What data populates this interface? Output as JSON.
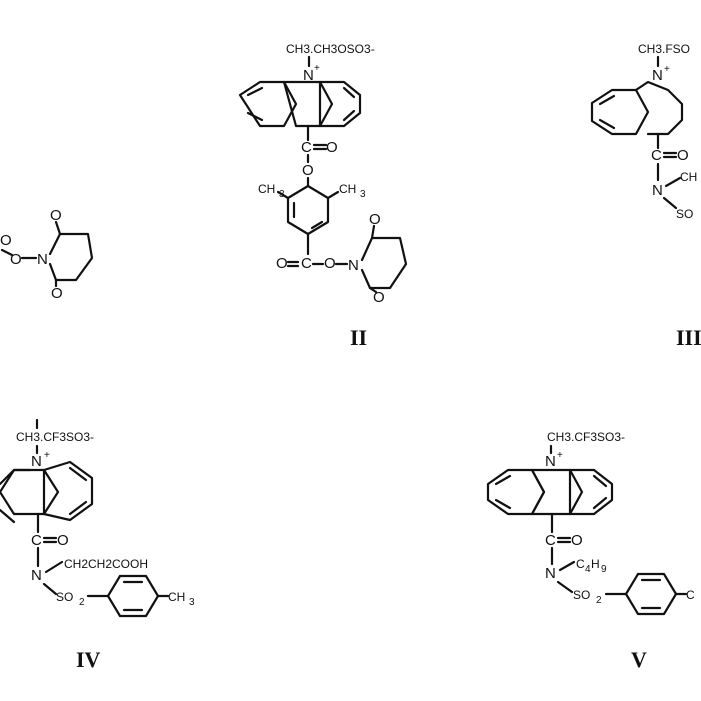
{
  "labels": {
    "numeral_II": "II",
    "numeral_III": "III",
    "numeral_IV": "IV",
    "numeral_V": "V"
  },
  "atoms": {
    "n_plus": "N",
    "plus": "+",
    "o": "O",
    "n": "N",
    "c": "C",
    "ch3": "CH",
    "ch3_sub": "3",
    "so2": "SO",
    "so2_sub": "2",
    "c4h9": "C",
    "c4h9_sub1": "4",
    "c4h9_h": "H",
    "c4h9_sub2": "9",
    "ch2ch2cooh": "CH2CH2COOH",
    "dash": "-"
  },
  "counterions": {
    "II": "CH3.CH3OSO3-",
    "III": "CH3.FSO",
    "IV": "CH3.CF3SO3-",
    "V": "CH3.CF3SO3-"
  }
}
